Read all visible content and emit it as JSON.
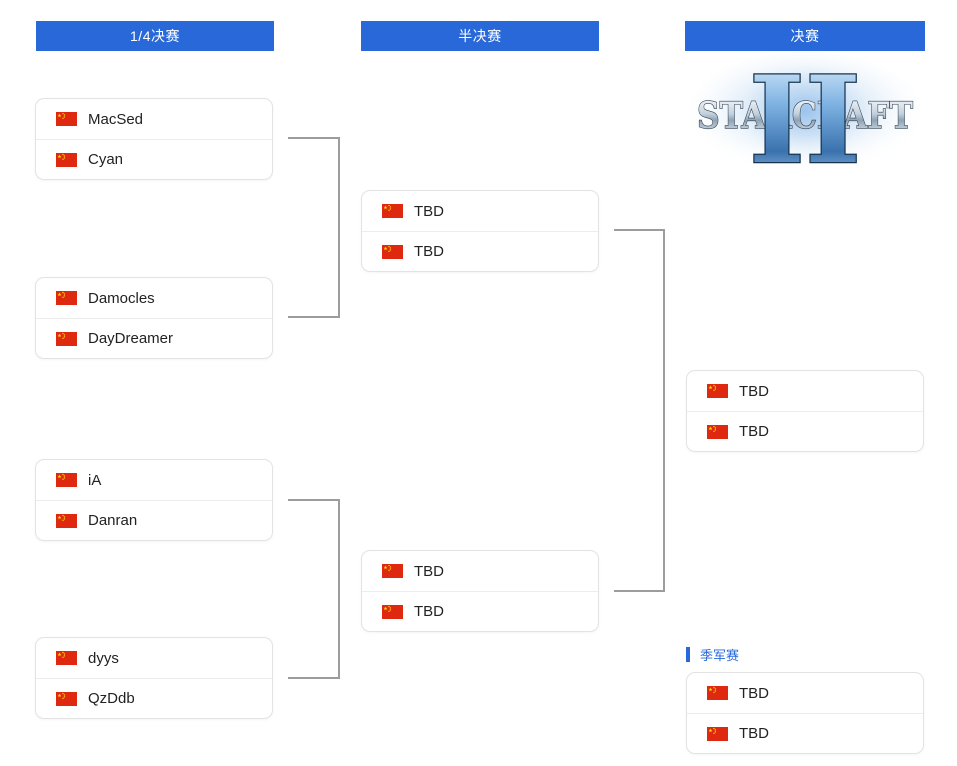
{
  "columns": [
    {
      "label": "1/4决赛"
    },
    {
      "label": "半决赛"
    },
    {
      "label": "决赛"
    }
  ],
  "third_place": {
    "label": "季军赛"
  },
  "logo": {
    "title": "STARCRAFT",
    "numeral": "II"
  },
  "matches": {
    "qf1": [
      "MacSed",
      "Cyan"
    ],
    "qf2": [
      "Damocles",
      "DayDreamer"
    ],
    "qf3": [
      "iA",
      "Danran"
    ],
    "qf4": [
      "dyys",
      "QzDdb"
    ],
    "sf1": [
      "TBD",
      "TBD"
    ],
    "sf2": [
      "TBD",
      "TBD"
    ],
    "final": [
      "TBD",
      "TBD"
    ],
    "third": [
      "TBD",
      "TBD"
    ]
  },
  "icons": {
    "flag": "china-flag"
  },
  "colors": {
    "header_bg": "#2868d8",
    "accent": "#2868d8",
    "connector": "#9c9c9c",
    "box_border": "#e3e3e3",
    "divider": "#ededed",
    "flag_red": "#de2910",
    "flag_yellow": "#ffde00"
  }
}
